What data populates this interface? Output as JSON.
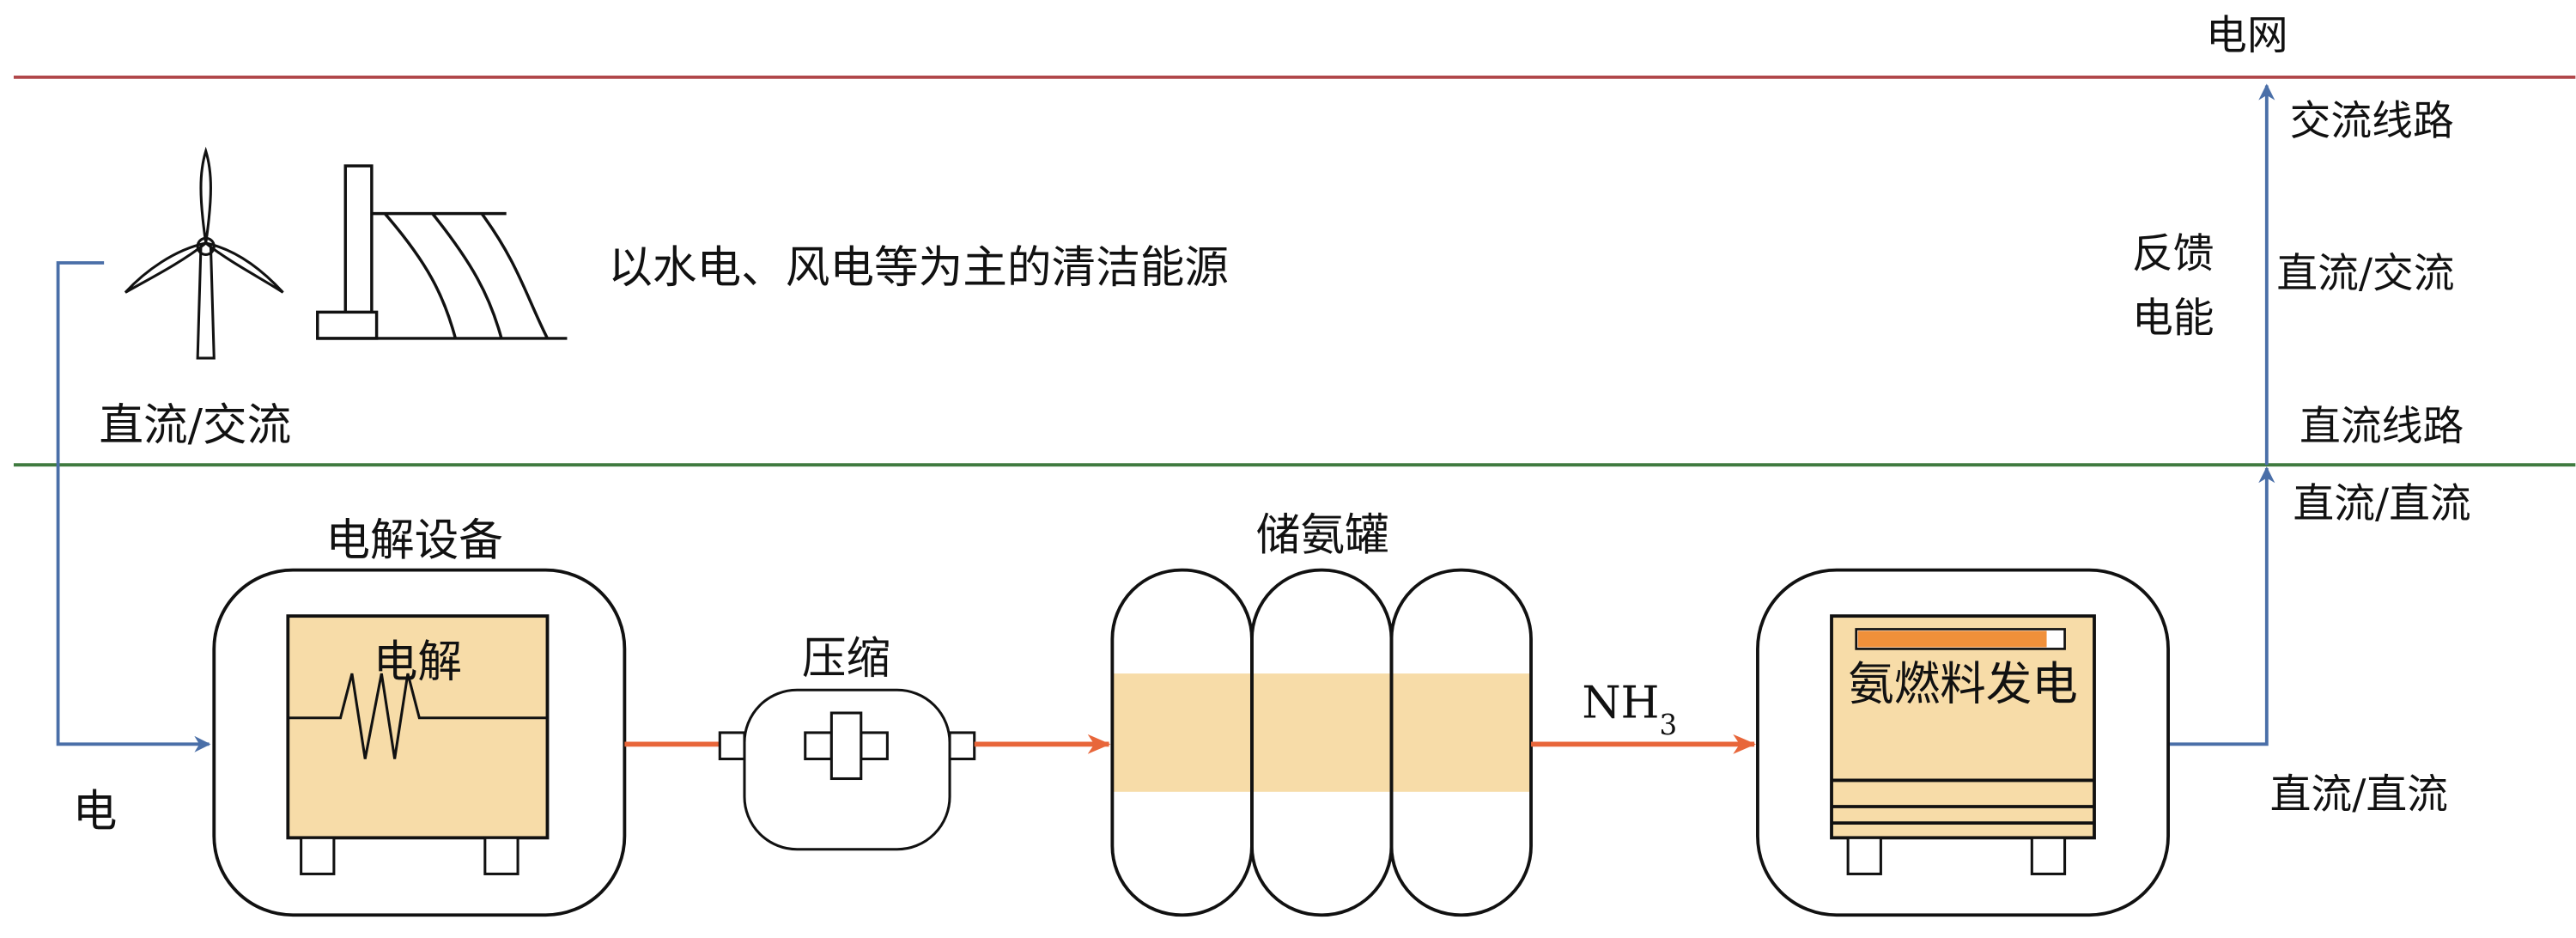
{
  "colors": {
    "ac_line": "#b0474a",
    "dc_line": "#3f7a3f",
    "electric_flow": "#4a6fa8",
    "ammonia_flow": "#e8663a",
    "equipment_fill": "#f7dca8",
    "indicator_bar": "#f0903a"
  },
  "grid": {
    "label": "电网",
    "ac_line_label": "交流线路",
    "dc_line_label": "直流线路",
    "feedback_label_1": "反馈",
    "feedback_label_2": "电能",
    "converter_upper": "直流/交流",
    "converter_lower": "直流/直流"
  },
  "source": {
    "label": "以水电、风电等为主的清洁能源",
    "converter": "直流/交流",
    "electricity": "电",
    "icons": [
      "wind-turbine-icon",
      "hydro-dam-icon"
    ]
  },
  "electrolysis": {
    "title": "电解设备",
    "inner_label": "电解"
  },
  "compression": {
    "label": "压缩"
  },
  "storage": {
    "title": "储氨罐"
  },
  "flow": {
    "nh3": "NH",
    "nh3_sub": "3"
  },
  "generator": {
    "label": "氨燃料发电",
    "output_converter": "直流/直流"
  }
}
